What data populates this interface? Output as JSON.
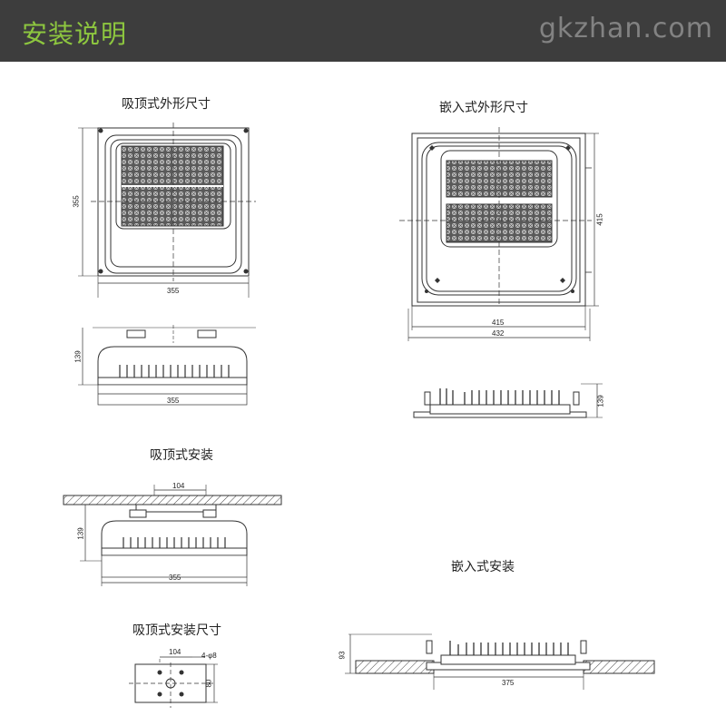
{
  "header": {
    "title": "安装说明",
    "watermark": "gkzhan.com"
  },
  "sections": {
    "ceiling_dims": {
      "caption": "吸顶式外形尺寸",
      "top_view": {
        "height": "355",
        "width": "355"
      },
      "side_view": {
        "height": "139",
        "width": "355"
      }
    },
    "recessed_dims": {
      "caption": "嵌入式外形尺寸",
      "top_view": {
        "height": "415",
        "inner_width": "415",
        "outer_width": "432"
      },
      "side_view": {
        "height": "139"
      }
    },
    "ceiling_install": {
      "caption": "吸顶式安装",
      "bracket_spacing": "104",
      "height": "139",
      "width": "355"
    },
    "recessed_install": {
      "caption": "嵌入式安装",
      "height": "93",
      "cutout_width": "375"
    },
    "ceiling_mount_dims": {
      "caption": "吸顶式安装尺寸",
      "hole_spacing": "104",
      "holes": "4-φ8",
      "plate_height": "80"
    }
  }
}
